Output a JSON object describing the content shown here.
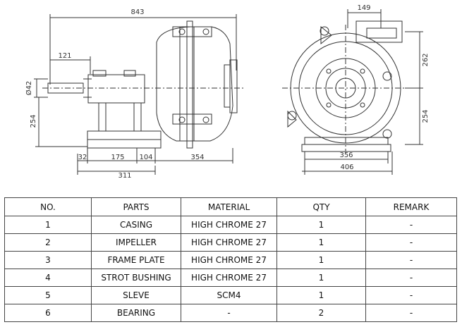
{
  "drawing": {
    "dims": {
      "overall_length": "843",
      "shaft_extension": "121",
      "shaft_dia": "Ø42",
      "shaft_height": "254",
      "base_a": "32",
      "base_b": "175",
      "base_c": "104",
      "base_d": "354",
      "base_total": "311",
      "outlet_offset": "149",
      "outlet_height": "262",
      "center_height_end": "254",
      "foot_inner": "356",
      "foot_outer": "406"
    }
  },
  "table": {
    "headers": [
      "NO.",
      "PARTS",
      "MATERIAL",
      "QTY",
      "REMARK"
    ],
    "rows": [
      [
        "1",
        "CASING",
        "HIGH CHROME 27",
        "1",
        "-"
      ],
      [
        "2",
        "IMPELLER",
        "HIGH CHROME 27",
        "1",
        "-"
      ],
      [
        "3",
        "FRAME PLATE",
        "HIGH CHROME 27",
        "1",
        "-"
      ],
      [
        "4",
        "STROT BUSHING",
        "HIGH CHROME 27",
        "1",
        "-"
      ],
      [
        "5",
        "SLEVE",
        "SCM4",
        "1",
        "-"
      ],
      [
        "6",
        "BEARING",
        "-",
        "2",
        "-"
      ]
    ]
  },
  "colors": {
    "line": "#333333",
    "grid": "#444444"
  }
}
